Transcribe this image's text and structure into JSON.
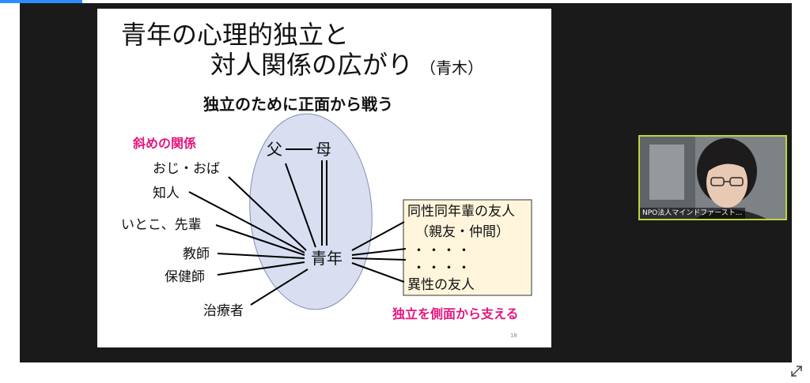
{
  "slide": {
    "title_line1": "青年の心理的独立と",
    "title_line2": "対人関係の広がり",
    "title_source": "（青木）",
    "subtitle": "独立のために正面から戦う",
    "diagonal_label": "斜めの関係",
    "father": "父",
    "mother": "母",
    "center": "青年",
    "left_items": [
      "おじ・おば",
      "知人",
      "いとこ、先輩",
      "教師",
      "保健師",
      "治療者"
    ],
    "right_box": [
      "同性同年輩の友人",
      "（親友・仲間）",
      "・・・・",
      "・・・・",
      "異性の友人"
    ],
    "support_label": "独立を側面から支える",
    "page_number": "18"
  },
  "participant": {
    "name": "NPO法人マインドファースト..."
  },
  "colors": {
    "accent_pink": "#e3177d",
    "ellipse_fill": "#d9def0",
    "box_fill": "#fff5dc",
    "tile_border": "#b7d83b"
  }
}
